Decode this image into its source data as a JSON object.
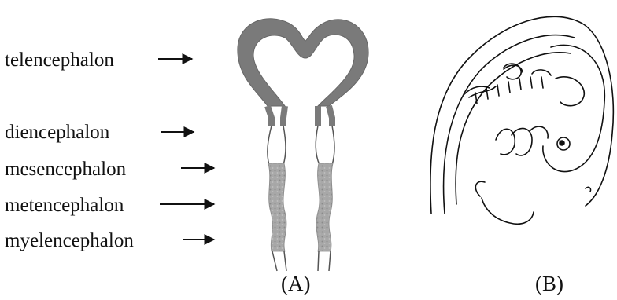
{
  "labels": {
    "telencephalon": "telencephalon",
    "diencephalon": "diencephalon",
    "mesencephalon": "mesencephalon",
    "metencephalon": "metencephalon",
    "myelencephalon": "myelencephalon"
  },
  "panels": {
    "a": "(A)",
    "b": "(B)"
  },
  "colors": {
    "tissue_dark": "#7a7a7a",
    "tissue_mid": "#9b9b9b",
    "ink": "#111111"
  }
}
